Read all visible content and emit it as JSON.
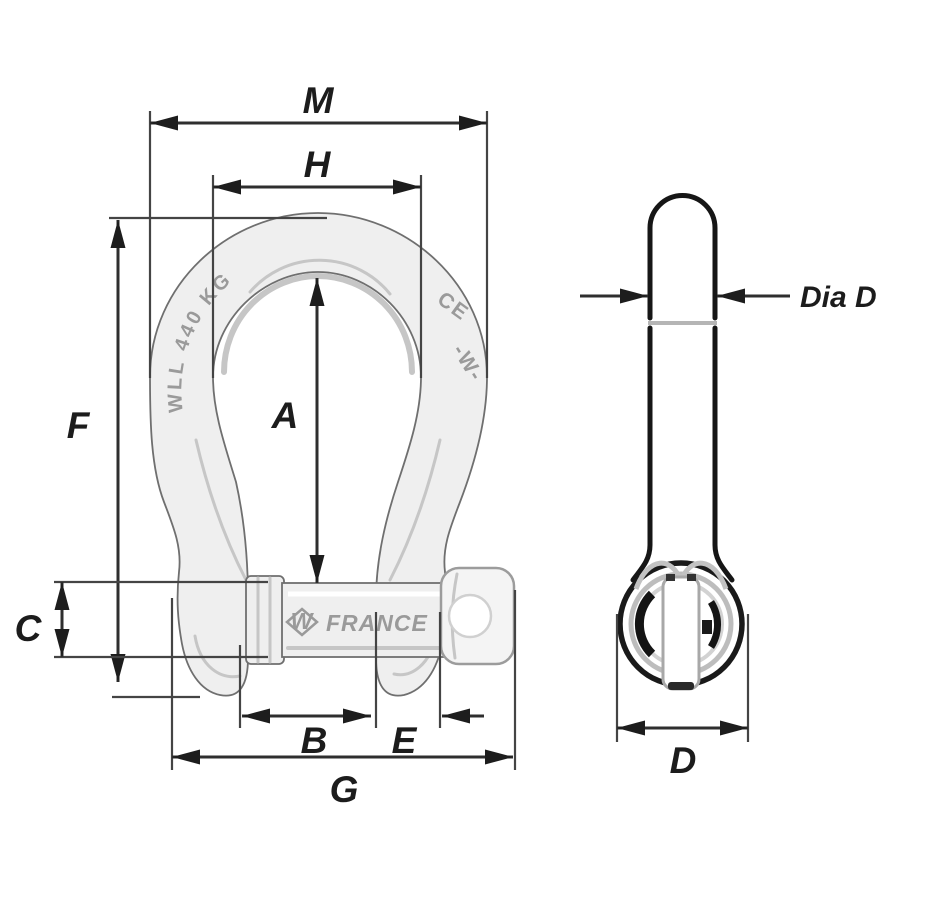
{
  "front_view": {
    "dimensions": {
      "m": "M",
      "h": "H",
      "a": "A",
      "f": "F",
      "c": "C",
      "b": "B",
      "e": "E",
      "g": "G"
    },
    "stamps": {
      "arm_left": "WLL 440 KG",
      "arm_right_ce": "CE",
      "arm_right_logo": "-W-",
      "pin_logo": "W",
      "pin_text": "FRANCE"
    }
  },
  "side_view": {
    "dimensions": {
      "dia_d": "Dia D",
      "d": "D"
    }
  },
  "colors": {
    "line": "#2e2e2e",
    "arrow": "#1d1d1d",
    "ext": "#444444",
    "metal_fill": "#efefef",
    "metal_stroke": "#6f6f6f",
    "detail_gray": "#c6c6c6",
    "stamp_gray": "#9a9a9a",
    "background": "#ffffff"
  }
}
